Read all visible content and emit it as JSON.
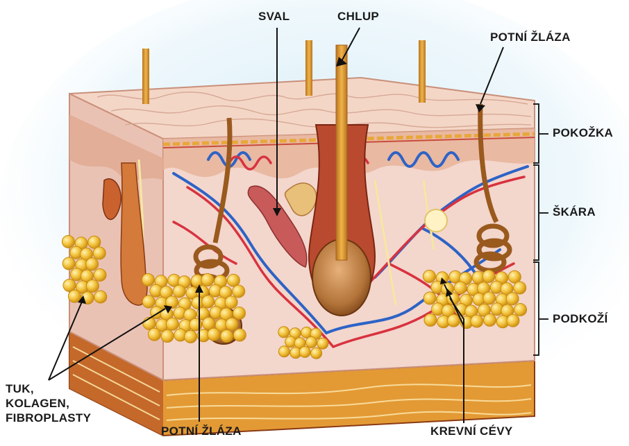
{
  "labels": {
    "sval": "SVAL",
    "chlup": "CHLUP",
    "potni_zlaza_top": "POTNÍ ŽLÁZA",
    "pokozka": "POKOŽKA",
    "skara": "ŠKÁRA",
    "podkozi": "PODKOŽÍ",
    "tuk_lines": [
      "TUK,",
      "KOLAGEN,",
      "FIBROPLASTY"
    ],
    "potni_zlaza_bottom": "POTNÍ ŽLÁZA",
    "krevni_cevy": "KREVNÍ CÉVY"
  },
  "colors": {
    "glow": "#cfe9f5",
    "skin_top": "#f1d0bf",
    "skin_outline": "#c98f7a",
    "epidermis_band": "#e6b49a",
    "dermis": "#f3d6cc",
    "fat": "#f2c13a",
    "fat_edge": "#c88a10",
    "hair": "#d9962c",
    "hair_dark": "#a4611c",
    "artery": "#d8323f",
    "vein": "#2d63c6",
    "muscle": "#c85a5a",
    "base": "#d98a2a",
    "base_dark": "#8a3a12",
    "leader": "#111111"
  }
}
